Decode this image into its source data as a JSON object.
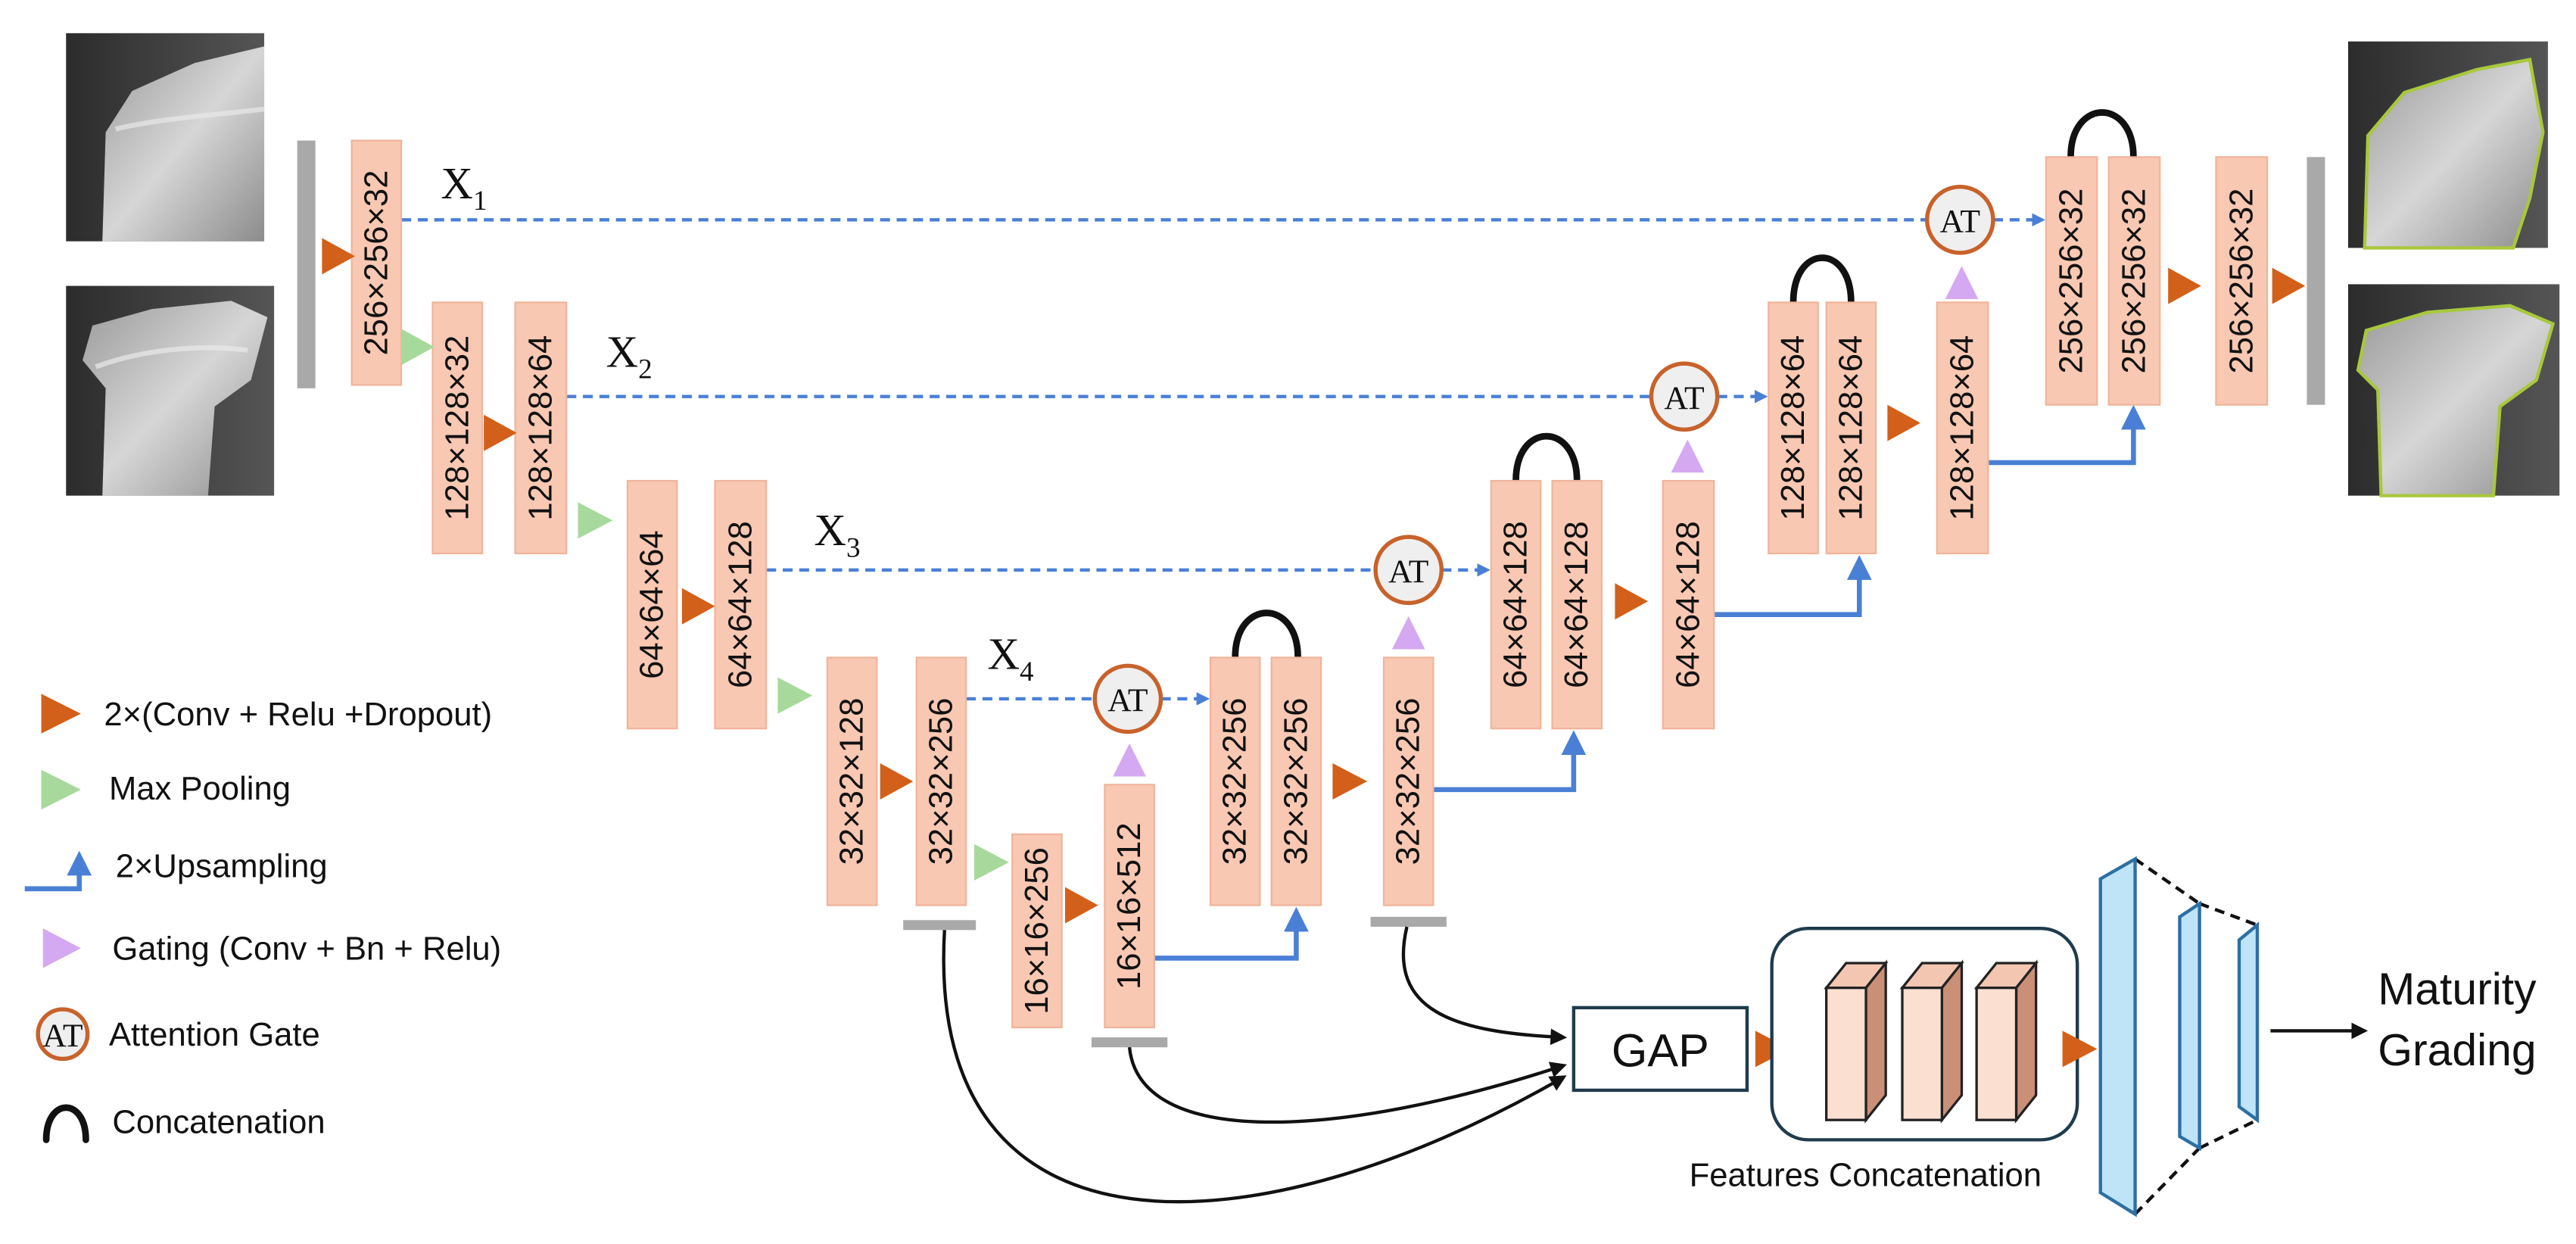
{
  "blocks": [
    "256×256×32",
    "128×128×32",
    "128×128×64",
    "64×64×64",
    "64×64×128",
    "32×32×128",
    "32×32×256",
    "16×16×256",
    "16×16×512",
    "32×32×256",
    "32×32×256",
    "32×32×256",
    "64×64×128",
    "64×64×128",
    "64×64×128",
    "128×128×64",
    "128×128×64",
    "128×128×64",
    "256×256×32",
    "256×256×32",
    "256×256×32"
  ],
  "skip_connections": [
    {
      "main": "X",
      "sub": "1"
    },
    {
      "main": "X",
      "sub": "2"
    },
    {
      "main": "X",
      "sub": "3"
    },
    {
      "main": "X",
      "sub": "4"
    }
  ],
  "attention_gate": {
    "label": "AT"
  },
  "gap": {
    "label": "GAP"
  },
  "features_concatenation": {
    "label": "Features Concatenation"
  },
  "output": {
    "line1": "Maturity",
    "line2": "Grading"
  },
  "legend": {
    "conv": "2×(Conv + Relu +Dropout)",
    "pool": "Max Pooling",
    "upsample": "2×Upsampling",
    "gating": "Gating (Conv + Bn + Relu)",
    "attention": "Attention Gate",
    "concat": "Concatenation"
  },
  "icons": [
    "orange-triangle",
    "green-triangle",
    "blue-upsample-arrow",
    "purple-triangle",
    "attention-circle",
    "concatenation-arc"
  ],
  "colors": {
    "block": "#f8c8b2",
    "conv": "#d2601a",
    "pool": "#a8d99c",
    "gating": "#d5a8f2",
    "upsample": "#4a7fd6",
    "ring": "#c8622b",
    "fc": "#bfe4f8",
    "contour": "#a8c83c"
  }
}
